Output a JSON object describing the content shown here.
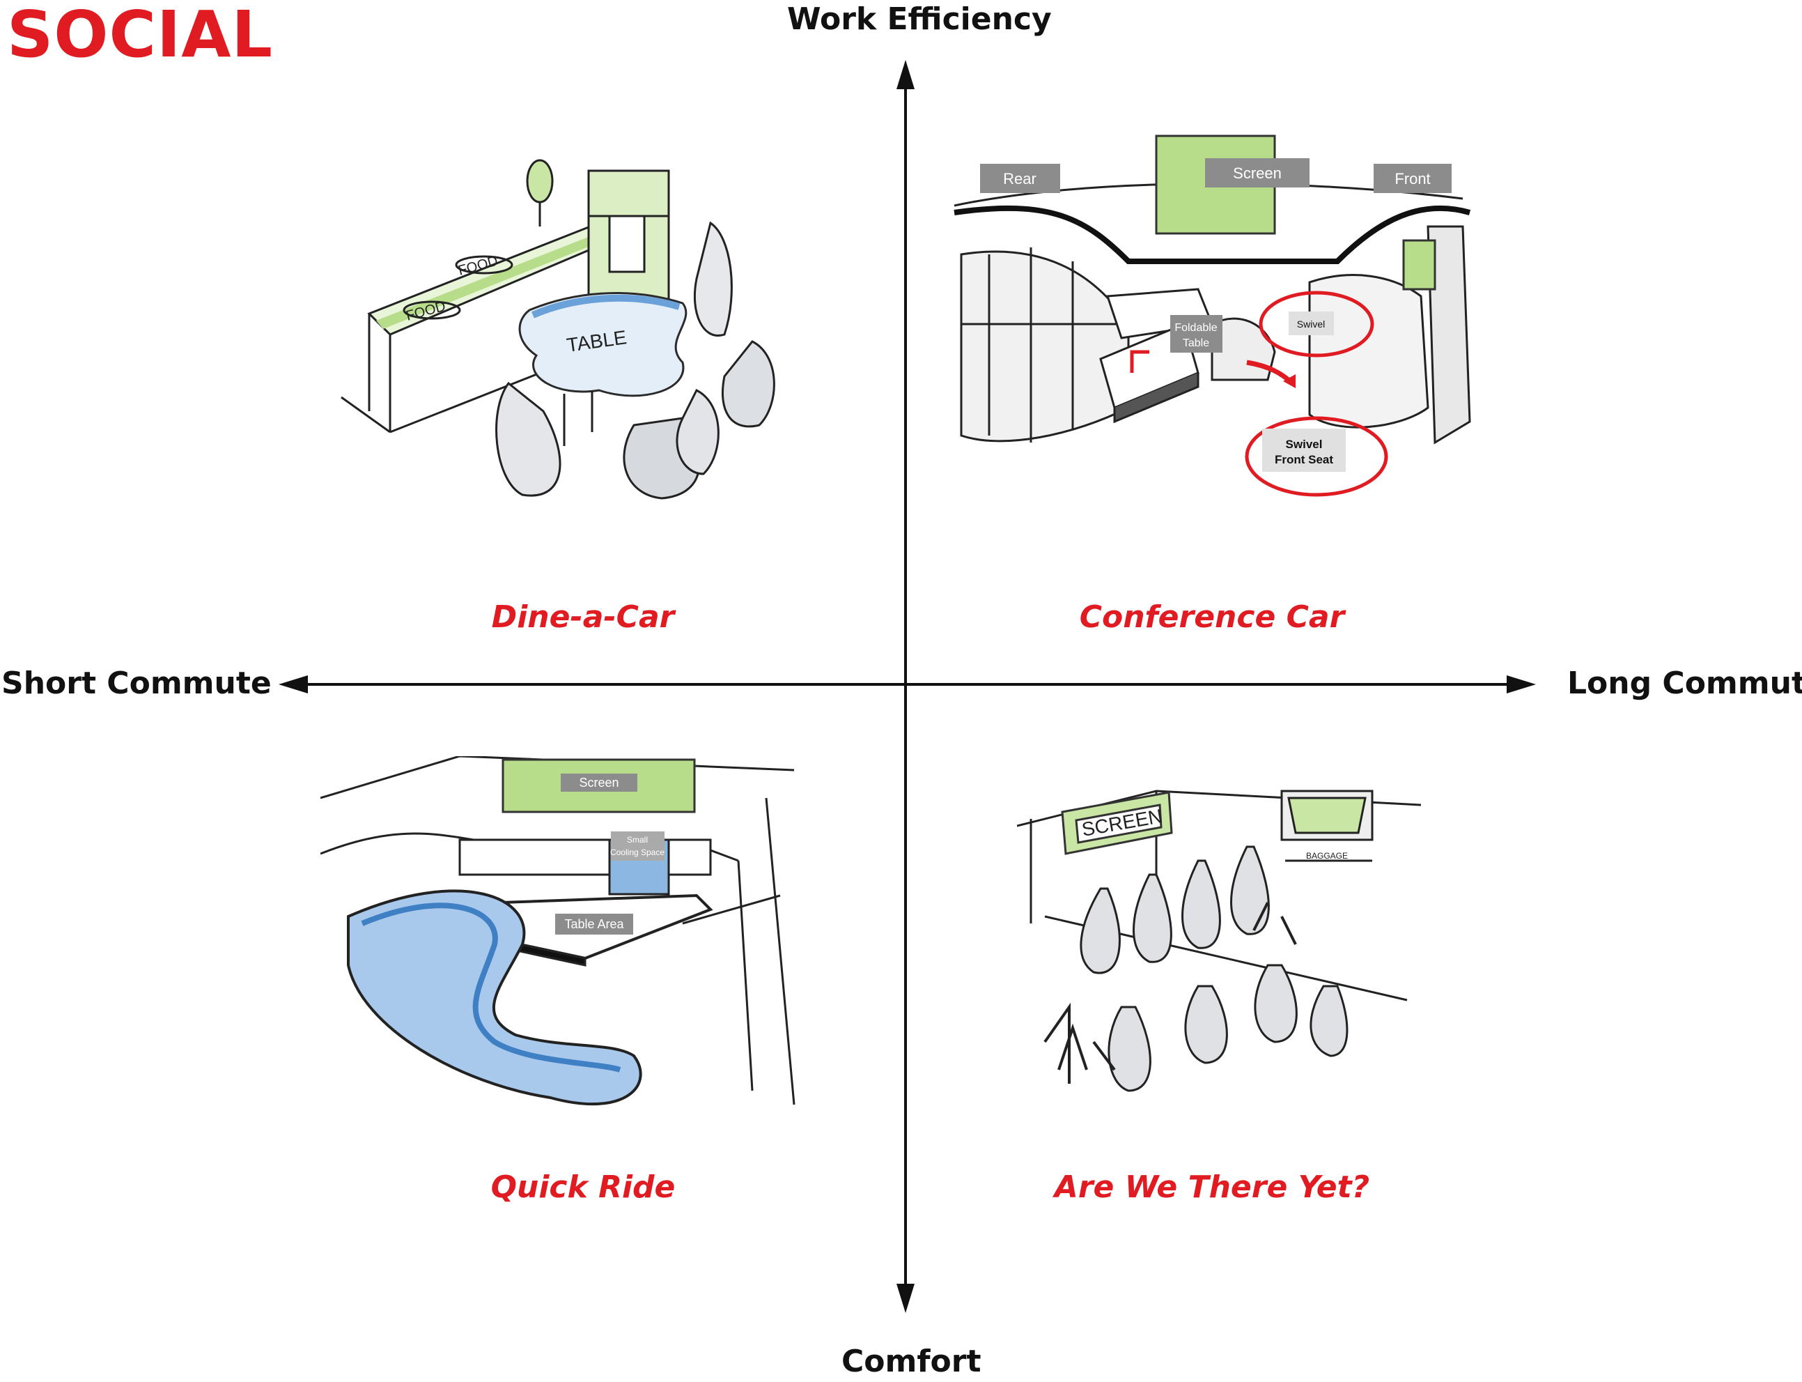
{
  "title": "SOCIAL",
  "axes": {
    "top": "Work Efficiency",
    "bottom": "Comfort",
    "left": "Short Commute",
    "right": "Long Commute"
  },
  "quadrants": [
    {
      "name": "Dine-a-Car",
      "sketch_text": [
        "FOOD",
        "FOOD",
        "TABLE"
      ]
    },
    {
      "name": "Conference Car",
      "sketch_text": [
        "Rear",
        "Screen",
        "Front",
        "Foldable",
        "Table",
        "Swivel",
        "Swivel",
        "Front Seat"
      ]
    },
    {
      "name": "Quick Ride",
      "sketch_text": [
        "Screen",
        "Small",
        "Cooling Space",
        "Table Area"
      ]
    },
    {
      "name": "Are We There Yet?",
      "sketch_text": [
        "SCREEN",
        "BAGGAGE"
      ]
    }
  ],
  "colors": {
    "accent": "#e11b22",
    "sketch_green": "#b7dd8a",
    "sketch_blue": "#8db7e3",
    "tag_gray": "#8c8c8c"
  }
}
